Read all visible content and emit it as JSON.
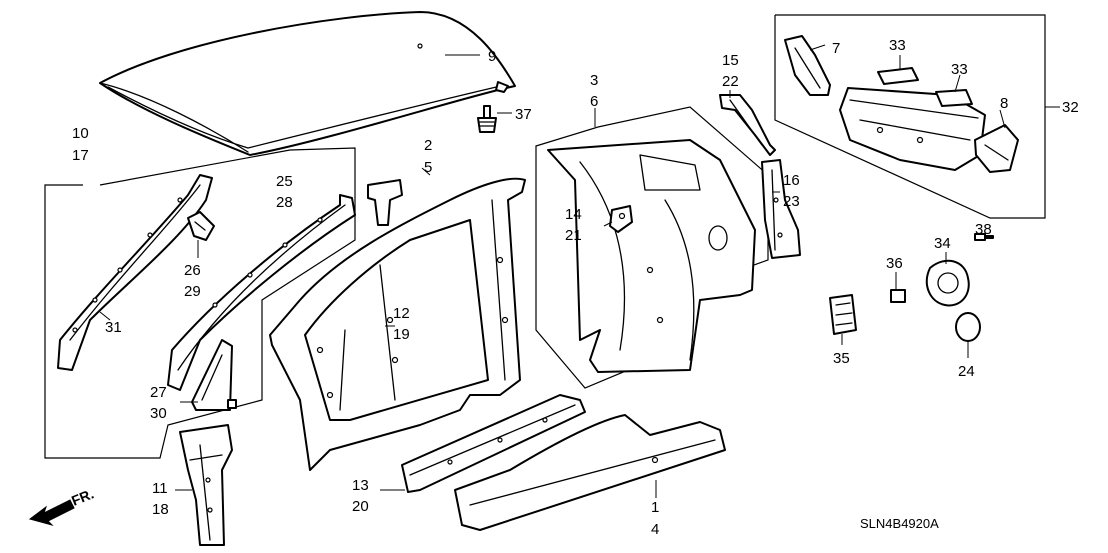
{
  "callouts": {
    "c1": "1",
    "c2": "2",
    "c3": "3",
    "c4": "4",
    "c5": "5",
    "c6": "6",
    "c7": "7",
    "c8": "8",
    "c9": "9",
    "c10": "10",
    "c11": "11",
    "c12": "12",
    "c13": "13",
    "c14": "14",
    "c15": "15",
    "c16": "16",
    "c17": "17",
    "c18": "18",
    "c19": "19",
    "c20": "20",
    "c21": "21",
    "c22": "22",
    "c23": "23",
    "c24": "24",
    "c25": "25",
    "c26": "26",
    "c27": "27",
    "c28": "28",
    "c29": "29",
    "c30": "30",
    "c31": "31",
    "c32": "32",
    "c33a": "33",
    "c33b": "33",
    "c34": "34",
    "c35": "35",
    "c36": "36",
    "c37": "37",
    "c38": "38"
  },
  "direction_label": "FR.",
  "diagram_code": "SLN4B4920A"
}
